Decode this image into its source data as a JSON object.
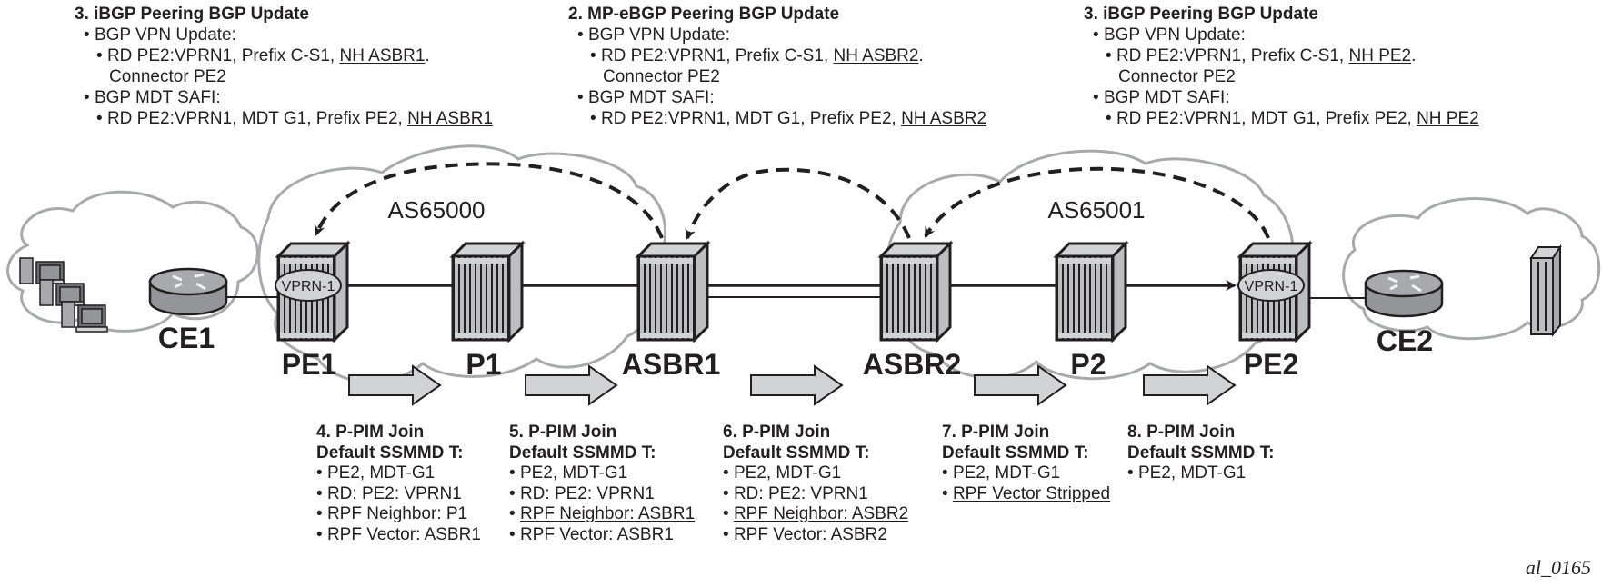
{
  "top_blocks": [
    {
      "title": "3. iBGP Peering BGP Update",
      "vpn_label": "BGP VPN Update:",
      "vpn_line_pre": "RD PE2:VPRN1, Prefix C-S1, ",
      "vpn_line_nh": "NH ASBR1",
      "vpn_line_post": ".",
      "vpn_cont": "Connector PE2",
      "mdt_label": "BGP MDT SAFI:",
      "mdt_line_pre": "RD PE2:VPRN1, MDT G1, Prefix PE2, ",
      "mdt_line_nh": "NH ASBR1"
    },
    {
      "title": "2. MP-eBGP Peering BGP Update",
      "vpn_label": "BGP VPN Update:",
      "vpn_line_pre": "RD PE2:VPRN1, Prefix C-S1, ",
      "vpn_line_nh": "NH ASBR2",
      "vpn_line_post": ".",
      "vpn_cont": "Connector PE2",
      "mdt_label": "BGP MDT SAFI:",
      "mdt_line_pre": "RD PE2:VPRN1, MDT G1, Prefix PE2, ",
      "mdt_line_nh": "NH ASBR2"
    },
    {
      "title": "3. iBGP Peering BGP Update",
      "vpn_label": "BGP VPN Update:",
      "vpn_line_pre": "RD PE2:VPRN1, Prefix C-S1, ",
      "vpn_line_nh": "NH PE2",
      "vpn_line_post": ".",
      "vpn_cont": "Connector PE2",
      "mdt_label": "BGP MDT SAFI:",
      "mdt_line_pre": "RD PE2:VPRN1, MDT G1, Prefix PE2, ",
      "mdt_line_nh": "NH PE2"
    }
  ],
  "bullet": "•",
  "as_labels": {
    "left": "AS65000",
    "right": "AS65001"
  },
  "nodes": {
    "ce1": "CE1",
    "pe1": "PE1",
    "p1": "P1",
    "asbr1": "ASBR1",
    "asbr2": "ASBR2",
    "p2": "P2",
    "pe2": "PE2",
    "ce2": "CE2"
  },
  "vprn_label": "VPRN-1",
  "join_blocks": [
    {
      "title1": "4. P-PIM Join",
      "title2": "Default SSMMD T:",
      "items": [
        {
          "text": "PE2, MDT-G1",
          "underline": false
        },
        {
          "text": "RD: PE2: VPRN1",
          "underline": false
        },
        {
          "text": "RPF Neighbor: P1",
          "underline": false
        },
        {
          "text": "RPF Vector: ASBR1",
          "underline": false
        }
      ]
    },
    {
      "title1": "5. P-PIM Join",
      "title2": "Default SSMMD T:",
      "items": [
        {
          "text": "PE2, MDT-G1",
          "underline": false
        },
        {
          "text": "RD: PE2: VPRN1",
          "underline": false
        },
        {
          "text": "RPF Neighbor: ASBR1",
          "underline": true
        },
        {
          "text": "RPF Vector: ASBR1",
          "underline": false
        }
      ]
    },
    {
      "title1": "6. P-PIM Join",
      "title2": "Default SSMMD T:",
      "items": [
        {
          "text": "PE2, MDT-G1",
          "underline": false
        },
        {
          "text": "RD: PE2: VPRN1",
          "underline": false
        },
        {
          "text": "RPF Neighbor: ASBR2",
          "underline": true
        },
        {
          "text": "RPF Vector: ASBR2",
          "underline": true
        }
      ]
    },
    {
      "title1": "7. P-PIM Join",
      "title2": "Default SSMMD T:",
      "items": [
        {
          "text": "PE2, MDT-G1",
          "underline": false
        },
        {
          "text": "RPF Vector Stripped",
          "underline": true
        }
      ]
    },
    {
      "title1": "8. P-PIM Join",
      "title2": "Default SSMMD T:",
      "items": [
        {
          "text": "PE2, MDT-G1",
          "underline": false
        }
      ]
    }
  ],
  "figure_id": "al_0165",
  "colors": {
    "ink": "#231f20",
    "router_fill": "#c8c8c8",
    "cloud_stroke": "#a7a9ac",
    "arrow_fill": "#d1d3d4"
  }
}
